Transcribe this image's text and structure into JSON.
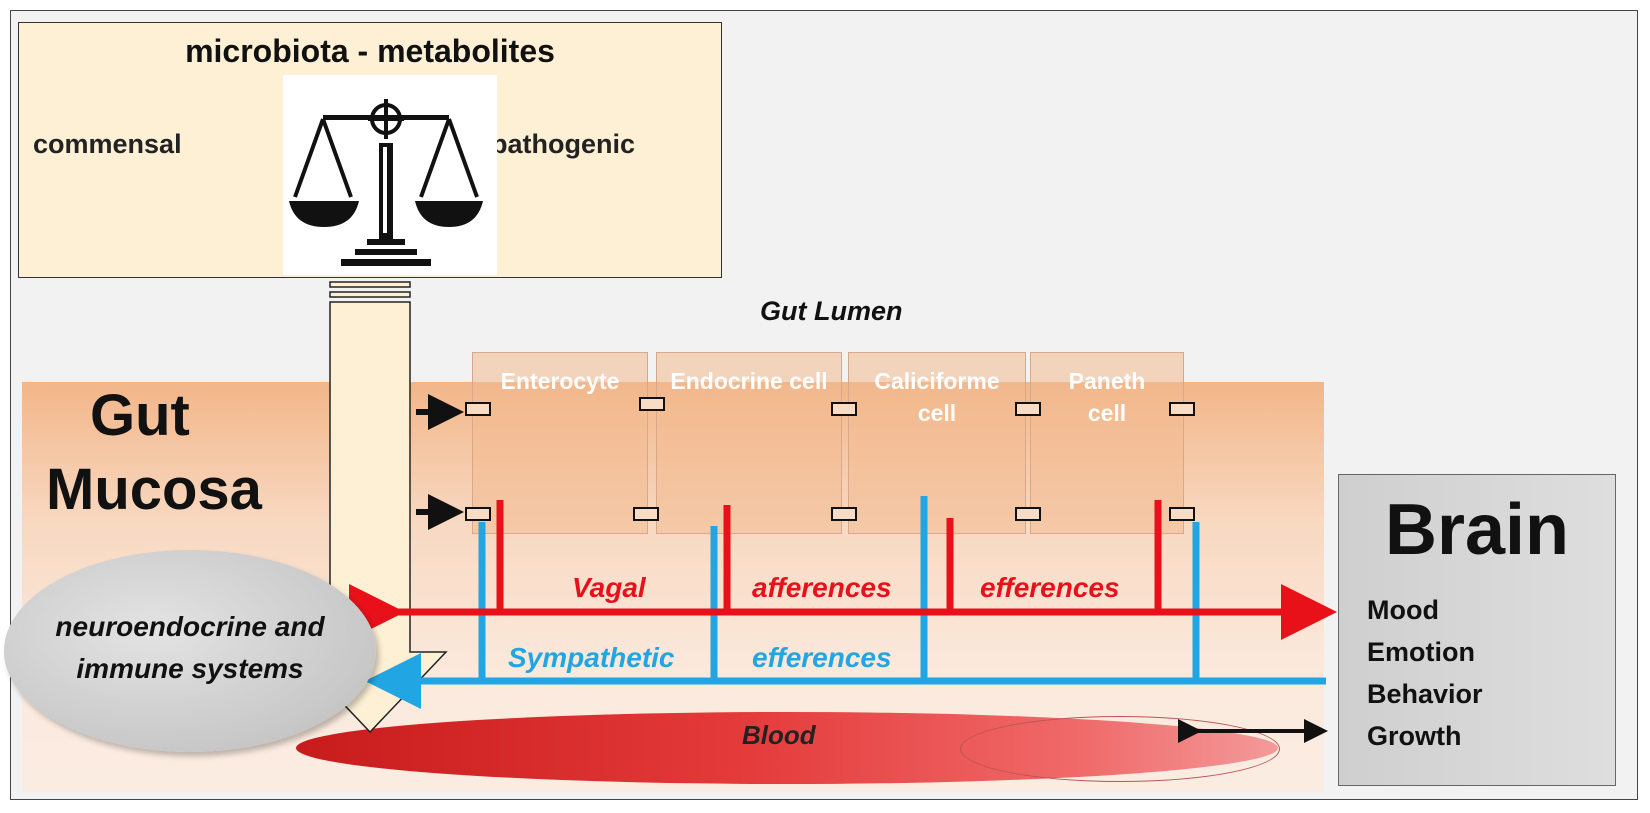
{
  "microbiota": {
    "title": "microbiota - metabolites",
    "left_label": "commensal",
    "right_label": "pathogenic",
    "icon": "balance-scale-icon"
  },
  "gut_lumen": "Gut Lumen",
  "mucosa": {
    "line1": "Gut",
    "line2": "Mucosa"
  },
  "cells": [
    {
      "line1": "Enterocyte",
      "line2": ""
    },
    {
      "line1": "Endocrine cell",
      "line2": ""
    },
    {
      "line1": "Caliciforme",
      "line2": "cell"
    },
    {
      "line1": "Paneth",
      "line2": "cell"
    }
  ],
  "vagal": {
    "w1": "Vagal",
    "w2": "afferences",
    "w3": "efferences"
  },
  "sympathetic": {
    "w1": "Sympathetic",
    "w2": "efferences"
  },
  "neuro": {
    "line1": "neuroendocrine and",
    "line2": "immune systems"
  },
  "blood": "Blood",
  "brain": {
    "title": "Brain",
    "items": [
      "Mood",
      "Emotion",
      "Behavior",
      "Growth"
    ]
  },
  "colors": {
    "vagal": "#e8111a",
    "sympathetic": "#22a6e3",
    "mucosa": "#f2b689",
    "top_box": "#fdf0d5"
  }
}
